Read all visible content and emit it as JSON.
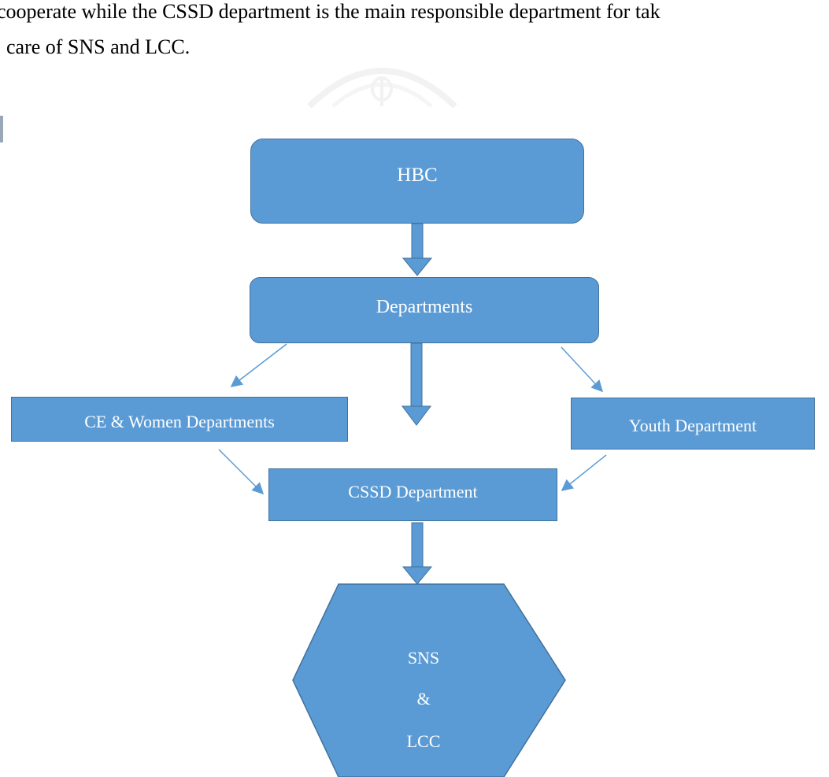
{
  "paragraph": {
    "line1": "cooperate while the CSSD department is the main responsible department for tak",
    "line2": "care of SNS and LCC."
  },
  "diagram": {
    "nodes": {
      "hbc": "HBC",
      "departments": "Departments",
      "ce_women": "CE & Women Departments",
      "youth": "Youth Department",
      "cssd": "CSSD Department",
      "sns": "SNS",
      "amp": "&",
      "lcc": "LCC"
    },
    "colors": {
      "fill": "#5b9bd5",
      "border": "#41719c",
      "arrow": "#5b9bd5"
    }
  }
}
